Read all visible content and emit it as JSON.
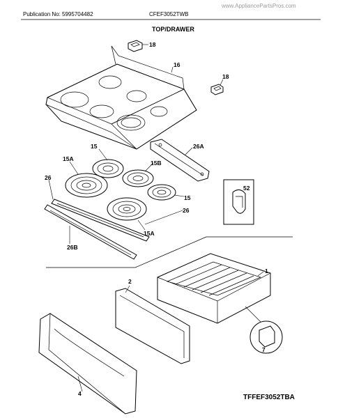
{
  "header": {
    "publication": "Publication No: 5995704482",
    "model": "CFEF3052TWB",
    "watermark": "www.AppliancePartsPros.com"
  },
  "section_title": "TOP/DRAWER",
  "callouts": {
    "p18a": "18",
    "p16": "16",
    "p18b": "18",
    "p15": "15",
    "p26a": "26A",
    "p15a_l": "15A",
    "p15b": "15B",
    "p26_l": "26",
    "p52": "52",
    "p15_r": "15",
    "p26_r": "26",
    "p15a_b": "15A",
    "p26b": "26B",
    "p1": "1",
    "p2": "2",
    "p7": "7",
    "p4": "4"
  },
  "footer_code": "TFFEF3052TBA"
}
